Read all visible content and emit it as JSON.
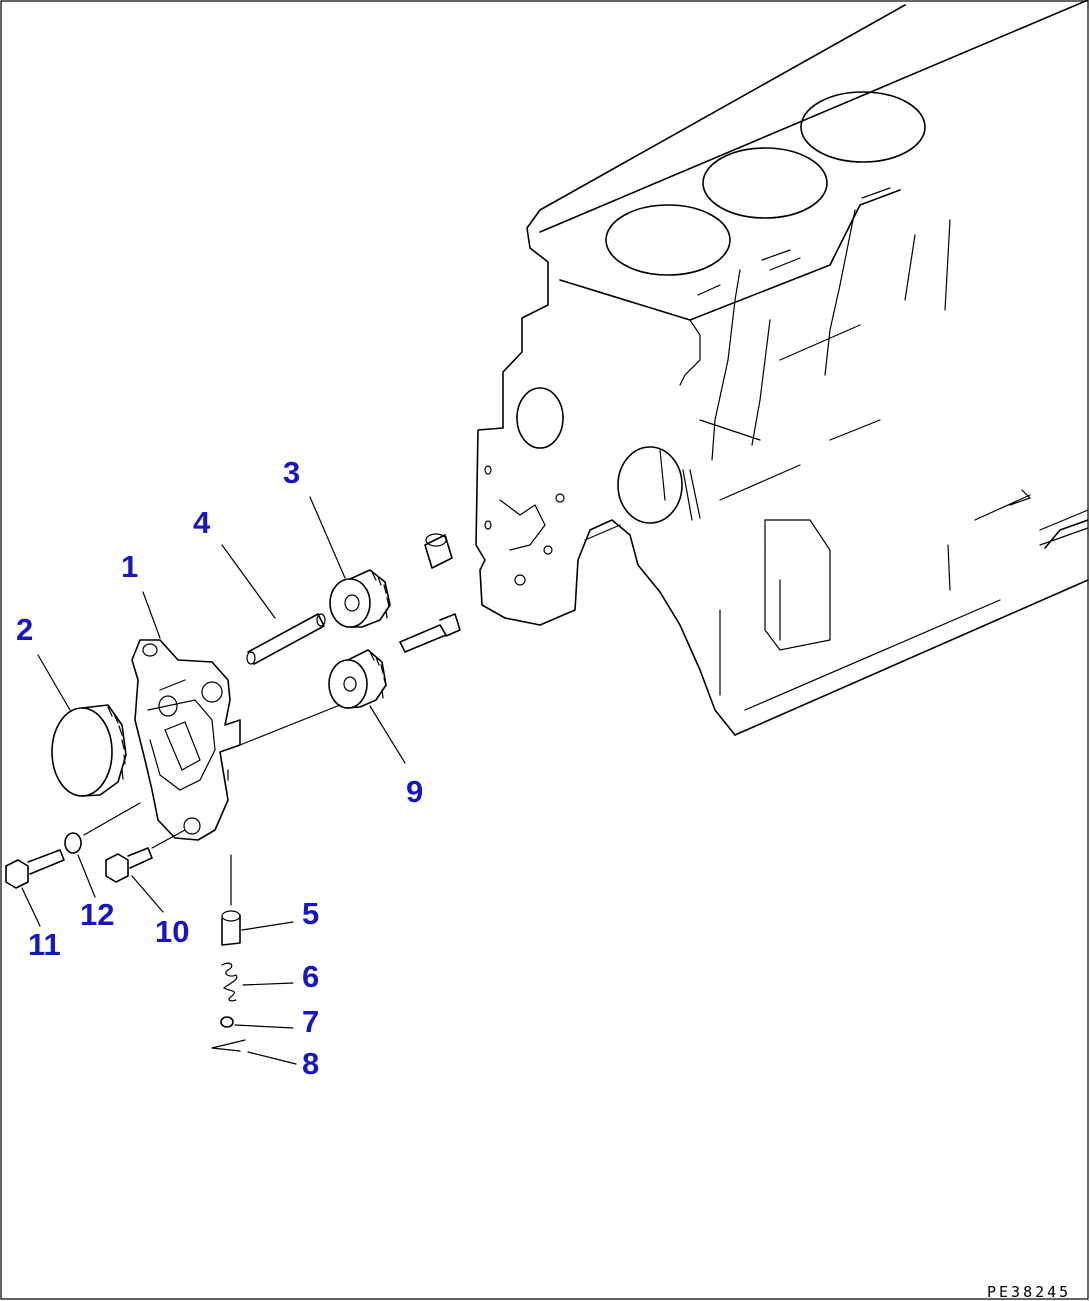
{
  "callouts": [
    {
      "id": "1",
      "label": "1"
    },
    {
      "id": "2",
      "label": "2"
    },
    {
      "id": "3",
      "label": "3"
    },
    {
      "id": "4",
      "label": "4"
    },
    {
      "id": "5",
      "label": "5"
    },
    {
      "id": "6",
      "label": "6"
    },
    {
      "id": "7",
      "label": "7"
    },
    {
      "id": "8",
      "label": "8"
    },
    {
      "id": "9",
      "label": "9"
    },
    {
      "id": "10",
      "label": "10"
    },
    {
      "id": "11",
      "label": "11"
    },
    {
      "id": "12",
      "label": "12"
    }
  ],
  "drawing_code": "PE38245",
  "colors": {
    "callout": "#1515c9",
    "line": "#000000",
    "background": "#ffffff"
  }
}
